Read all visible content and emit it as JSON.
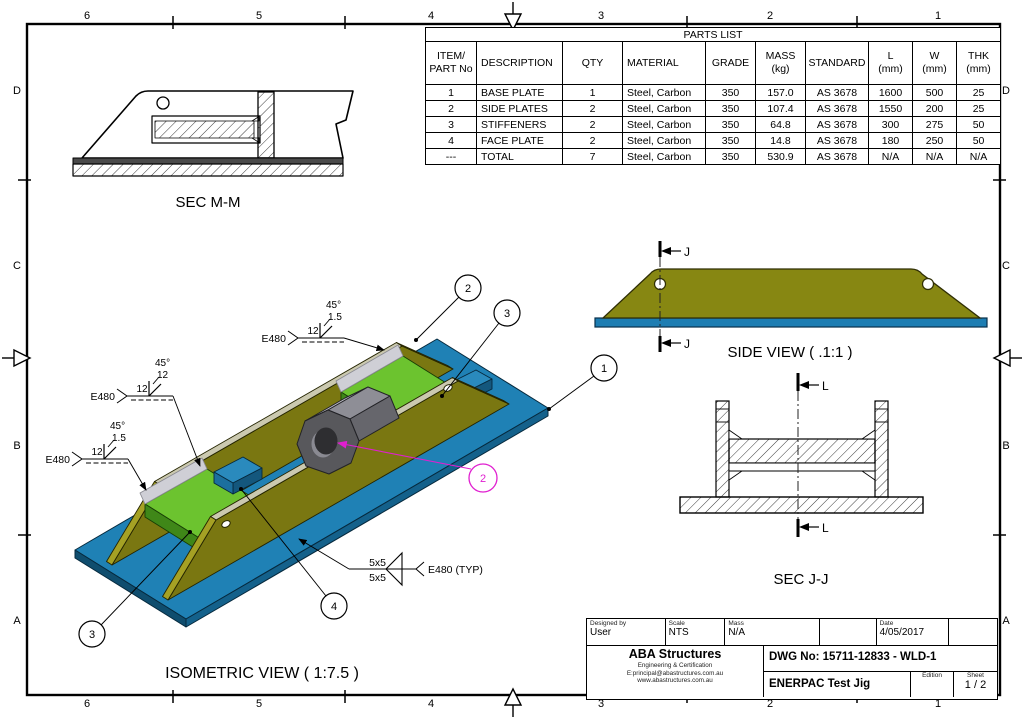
{
  "frame": {
    "columns": [
      "6",
      "5",
      "4",
      "3",
      "2",
      "1"
    ],
    "rows": [
      "D",
      "C",
      "B",
      "A"
    ]
  },
  "parts_list": {
    "title": "PARTS LIST",
    "headers": [
      "ITEM/\nPART No",
      "DESCRIPTION",
      "QTY",
      "MATERIAL",
      "GRADE",
      "MASS\n(kg)",
      "STANDARD",
      "L\n(mm)",
      "W\n(mm)",
      "THK\n(mm)"
    ],
    "rows": [
      [
        "1",
        "BASE PLATE",
        "1",
        "Steel, Carbon",
        "350",
        "157.0",
        "AS 3678",
        "1600",
        "500",
        "25"
      ],
      [
        "2",
        "SIDE PLATES",
        "2",
        "Steel, Carbon",
        "350",
        "107.4",
        "AS 3678",
        "1550",
        "200",
        "25"
      ],
      [
        "3",
        "STIFFENERS",
        "2",
        "Steel, Carbon",
        "350",
        "64.8",
        "AS 3678",
        "300",
        "275",
        "50"
      ],
      [
        "4",
        "FACE PLATE",
        "2",
        "Steel, Carbon",
        "350",
        "14.8",
        "AS 3678",
        "180",
        "250",
        "50"
      ],
      [
        "---",
        "TOTAL",
        "7",
        "Steel, Carbon",
        "350",
        "530.9",
        "AS 3678",
        "N/A",
        "N/A",
        "N/A"
      ]
    ]
  },
  "views": {
    "sec_mm_label": "SEC M-M",
    "isometric_label": "ISOMETRIC VIEW ( 1:7.5 )",
    "side_view_label": "SIDE VIEW ( .1:1 )",
    "sec_jj_label": "SEC J-J",
    "section_j": "J",
    "section_l": "L"
  },
  "welds": {
    "bevel_1": {
      "process": "E480",
      "size": "12",
      "gap": "1.5",
      "angle": "45°"
    },
    "bevel_2": {
      "process": "E480",
      "size": "12",
      "gap": "12",
      "angle": "45°"
    },
    "bevel_3": {
      "process": "E480",
      "size": "12",
      "gap": "1.5",
      "angle": "45°"
    },
    "fillet": {
      "top": "5x5",
      "bottom": "5x5",
      "note": "E480 (TYP)"
    }
  },
  "balloons": {
    "one": "1",
    "two_top": "2",
    "three_top": "3",
    "three_bottom": "3",
    "four": "4",
    "two_magenta": "2"
  },
  "title_block": {
    "designed_by": {
      "label": "Designed by",
      "value": "User"
    },
    "scale": {
      "label": "Scale",
      "value": "NTS"
    },
    "mass": {
      "label": "Mass",
      "value": "N/A"
    },
    "date": {
      "label": "Date",
      "value": "4/05/2017"
    },
    "company": {
      "name": "ABA Structures",
      "tagline": "Engineering & Certification",
      "email": "E:principal@abastructures.com.au",
      "website": "www.abastructures.com.au"
    },
    "dwg_no": "DWG No: 15711-12833 - WLD-1",
    "drawing_title": "ENERPAC Test Jig",
    "edition_label": "Edition",
    "sheet_label": "Sheet",
    "sheet_value": "1 / 2"
  },
  "colors": {
    "base_plate_blue": "#1f81b5",
    "side_plate_olive": "#7a7711",
    "stiffener_green": "#6cc32f",
    "cylinder_gray": "#58585c",
    "balloon_magenta": "#e01fd0"
  }
}
